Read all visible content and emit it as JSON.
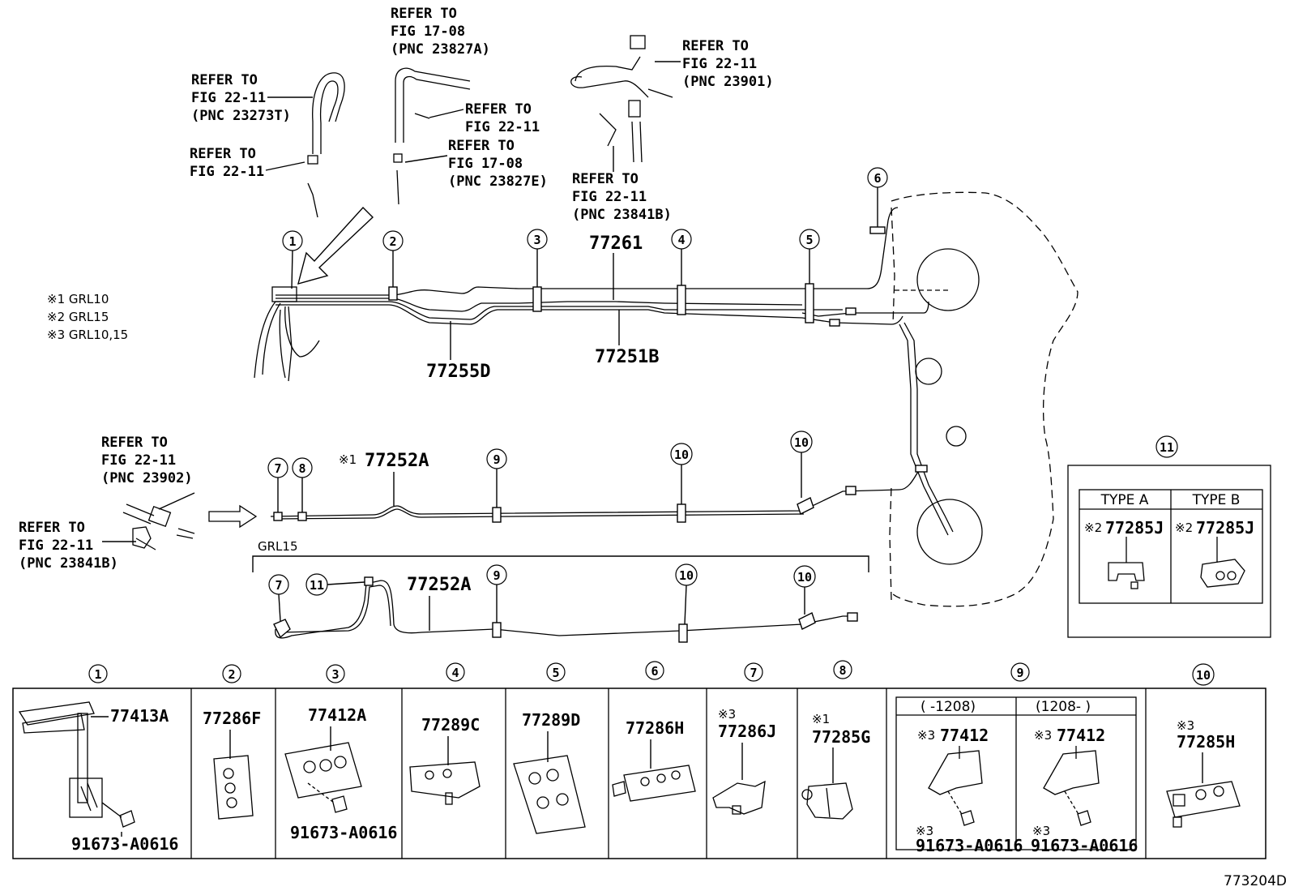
{
  "refs": {
    "ref1": [
      "REFER TO",
      "FIG 22-11",
      "(PNC 23273T)"
    ],
    "ref2": [
      "REFER TO",
      "FIG 22-11"
    ],
    "ref3": [
      "REFER TO",
      "FIG 17-08",
      "(PNC 23827A)"
    ],
    "ref4": [
      "REFER TO",
      "FIG 22-11"
    ],
    "ref5": [
      "REFER TO",
      "FIG 17-08",
      "(PNC 23827E)"
    ],
    "ref6": [
      "REFER TO",
      "FIG 22-11",
      "(PNC 23901)"
    ],
    "ref7": [
      "REFER TO",
      "FIG 22-11",
      "(PNC 23841B)"
    ],
    "ref8": [
      "REFER TO",
      "FIG 22-11",
      "(PNC 23902)"
    ],
    "ref9": [
      "REFER TO",
      "FIG 22-11",
      "(PNC 23841B)"
    ]
  },
  "notes": [
    "※1 GRL10",
    "※2 GRL15",
    "※3 GRL10,15"
  ],
  "main_parts": {
    "p77261": "77261",
    "p77255D": "77255D",
    "p77251B": "77251B",
    "p77252A_top": "77252A",
    "p77252A_top_mark": "※1",
    "p77252A_bot": "77252A",
    "grl15": "GRL15"
  },
  "callouts": {
    "c1": "1",
    "c2": "2",
    "c3": "3",
    "c4": "4",
    "c5": "5",
    "c6": "6",
    "c7": "7",
    "c8": "8",
    "c9": "9",
    "c10": "10",
    "c11": "11"
  },
  "inset11": {
    "num": "11",
    "type_a": "TYPE A",
    "type_b": "TYPE B",
    "mark_a": "※2",
    "part_a": "77285J",
    "mark_b": "※2",
    "part_b": "77285J"
  },
  "bottom_table": {
    "cell1": {
      "num": "1",
      "part": "77413A",
      "bolt": "91673-A0616"
    },
    "cell2": {
      "num": "2",
      "part": "77286F"
    },
    "cell3": {
      "num": "3",
      "part": "77412A",
      "bolt": "91673-A0616"
    },
    "cell4": {
      "num": "4",
      "part": "77289C"
    },
    "cell5": {
      "num": "5",
      "part": "77289D"
    },
    "cell6": {
      "num": "6",
      "part": "77286H"
    },
    "cell7": {
      "num": "7",
      "mark": "※3",
      "part": "77286J"
    },
    "cell8": {
      "num": "8",
      "mark": "※1",
      "part": "77285G"
    },
    "cell9": {
      "num": "9",
      "left_head": "(    -1208)",
      "right_head": "(1208-    )",
      "mark_l": "※3",
      "part_l": "77412",
      "mark_r": "※3",
      "part_r": "77412",
      "bolt_mark_l": "※3",
      "bolt_l": "91673-A0616",
      "bolt_mark_r": "※3",
      "bolt_r": "91673-A0616"
    },
    "cell10": {
      "num": "10",
      "mark": "※3",
      "part": "77285H"
    }
  },
  "figure_id": "773204D"
}
